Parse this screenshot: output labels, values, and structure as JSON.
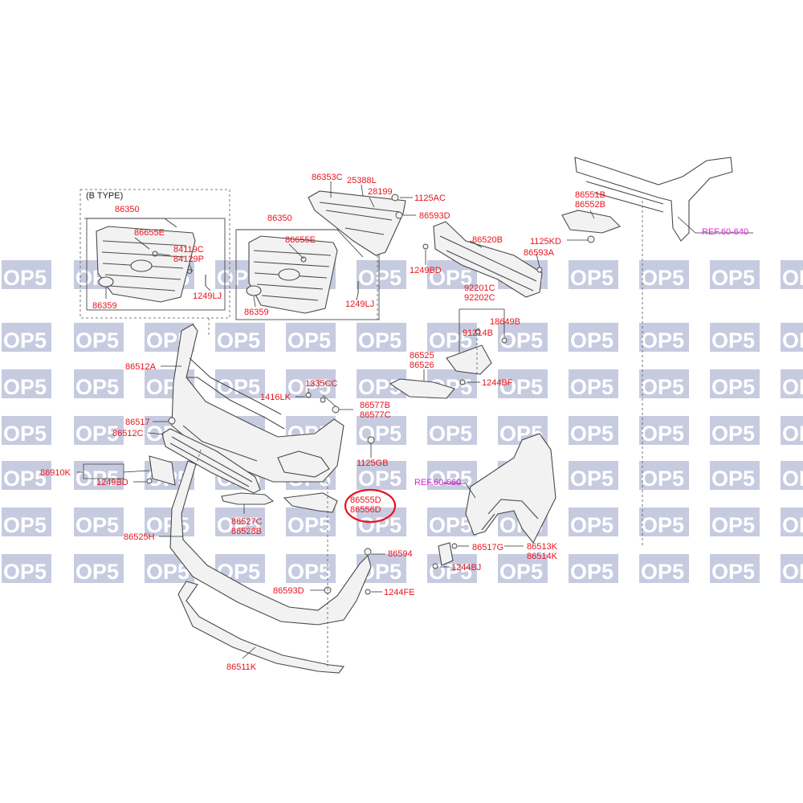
{
  "watermark": {
    "text": "OP5",
    "color": "#c7cbe0"
  },
  "colors": {
    "part_label": "#e8141e",
    "ref_label": "#e020d8",
    "highlight": "#e8141e"
  },
  "type_box_label": "(B TYPE)",
  "part_labels": [
    "86350",
    "86655E",
    "84119C",
    "84129P",
    "86359",
    "1249LJ",
    "86350",
    "86655E",
    "86359",
    "1249LJ",
    "86353C",
    "25388L",
    "28199",
    "1125AC",
    "86593D",
    "1249BD",
    "86520B",
    "86593A",
    "86551B",
    "86552B",
    "1125KD",
    "92201C",
    "92202C",
    "91214B",
    "18649B",
    "86525",
    "86526",
    "1244BF",
    "86512A",
    "1335CC",
    "1416LK",
    "86577B",
    "86577C",
    "86517",
    "86512C",
    "1125GB",
    "86910K",
    "1249BD",
    "86555D",
    "86556D",
    "86527C",
    "86528B",
    "86525H",
    "86594",
    "86517G",
    "86513K",
    "86514K",
    "1244BJ",
    "86593D",
    "1244FE",
    "86511K"
  ],
  "ref_labels": [
    "REF.60-640",
    "REF.60-660"
  ],
  "highlighted_parts": [
    "86555D",
    "86556D"
  ]
}
